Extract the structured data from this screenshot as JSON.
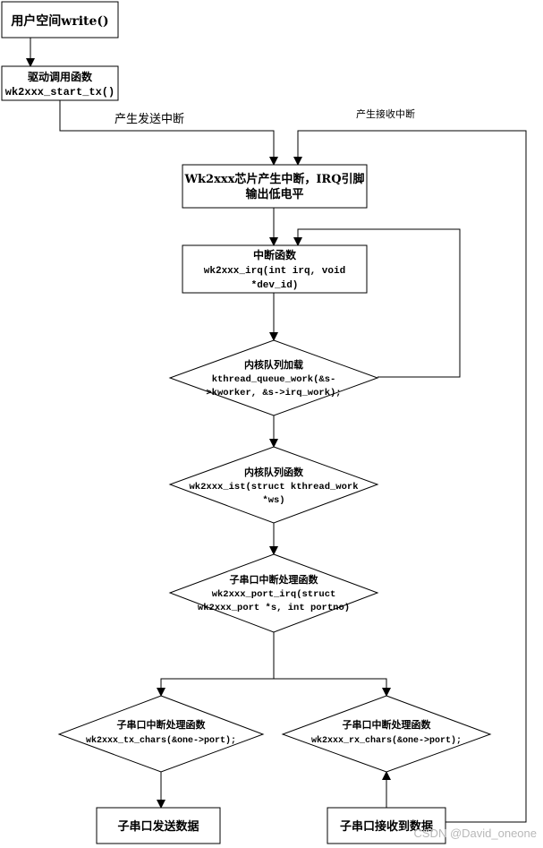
{
  "nodes": {
    "write": {
      "lines": [
        "用户空间write()"
      ]
    },
    "driver": {
      "lines": [
        "驱动调用函数",
        "wk2xxx_start_tx()"
      ]
    },
    "chip": {
      "lines": [
        "Wk2xxx芯片产生中断，IRQ引脚",
        "输出低电平"
      ]
    },
    "irq": {
      "lines": [
        "中断函数",
        "wk2xxx_irq(int irq, void",
        "*dev_id)"
      ]
    },
    "queue": {
      "lines": [
        "内核队列加载",
        "kthread_queue_work(&s-",
        ">kworker, &s->irq_work);"
      ]
    },
    "ist": {
      "lines": [
        "内核队列函数",
        "wk2xxx_ist(struct kthread_work",
        "*ws)"
      ]
    },
    "port_irq": {
      "lines": [
        "子串口中断处理函数",
        "wk2xxx_port_irq(struct",
        "wk2xxx_port *s, int portno)"
      ]
    },
    "tx_chars": {
      "lines": [
        "子串口中断处理函数",
        "wk2xxx_tx_chars(&one->port);"
      ]
    },
    "rx_chars": {
      "lines": [
        "子串口中断处理函数",
        "wk2xxx_rx_chars(&one->port);"
      ]
    },
    "tx_data": {
      "lines": [
        "子串口发送数据"
      ]
    },
    "rx_data": {
      "lines": [
        "子串口接收到数据"
      ]
    }
  },
  "edge_labels": {
    "send_interrupt": "产生发送中断",
    "receive_interrupt": "产生接收中断"
  },
  "watermark": "CSDN @David_oneone"
}
